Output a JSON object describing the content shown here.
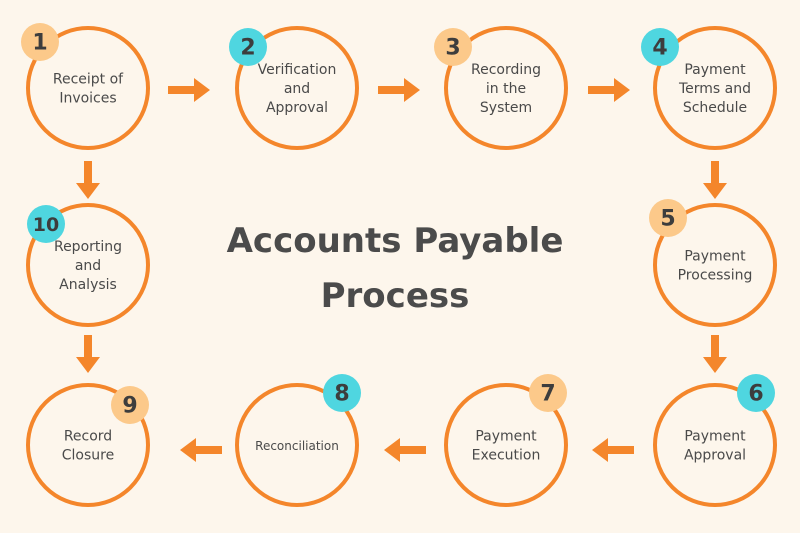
{
  "title": [
    "Accounts Payable",
    "Process"
  ],
  "colors": {
    "background": "#fdf6ec",
    "accent": "#f4862b",
    "badge_teal": "#4fd6e0",
    "badge_peach": "#fcc98a",
    "text": "#4b4b4b"
  },
  "steps": [
    {
      "number": "1",
      "lines": [
        "Receipt of",
        "Invoices"
      ],
      "badge": "peach"
    },
    {
      "number": "2",
      "lines": [
        "Verification",
        "and",
        "Approval"
      ],
      "badge": "teal"
    },
    {
      "number": "3",
      "lines": [
        "Recording",
        "in the",
        "System"
      ],
      "badge": "peach"
    },
    {
      "number": "4",
      "lines": [
        "Payment",
        "Terms and",
        "Schedule"
      ],
      "badge": "teal"
    },
    {
      "number": "5",
      "lines": [
        "Payment",
        "Processing"
      ],
      "badge": "peach"
    },
    {
      "number": "6",
      "lines": [
        "Payment",
        "Approval"
      ],
      "badge": "teal"
    },
    {
      "number": "7",
      "lines": [
        "Payment",
        "Execution"
      ],
      "badge": "peach"
    },
    {
      "number": "8",
      "lines": [
        "Reconciliation"
      ],
      "badge": "teal"
    },
    {
      "number": "9",
      "lines": [
        "Record",
        "Closure"
      ],
      "badge": "peach"
    },
    {
      "number": "10",
      "lines": [
        "Reporting",
        "and",
        "Analysis"
      ],
      "badge": "teal"
    }
  ]
}
